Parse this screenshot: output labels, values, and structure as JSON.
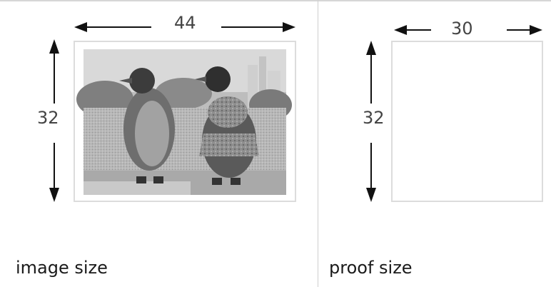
{
  "image_panel": {
    "width_label": "44",
    "height_label": "32",
    "caption": "image size"
  },
  "proof_panel": {
    "width_label": "30",
    "height_label": "32",
    "caption": "proof size"
  },
  "colors": {
    "arrow": "#111111",
    "frame_border": "#dcdcdc",
    "divider": "#cfcfcf"
  }
}
